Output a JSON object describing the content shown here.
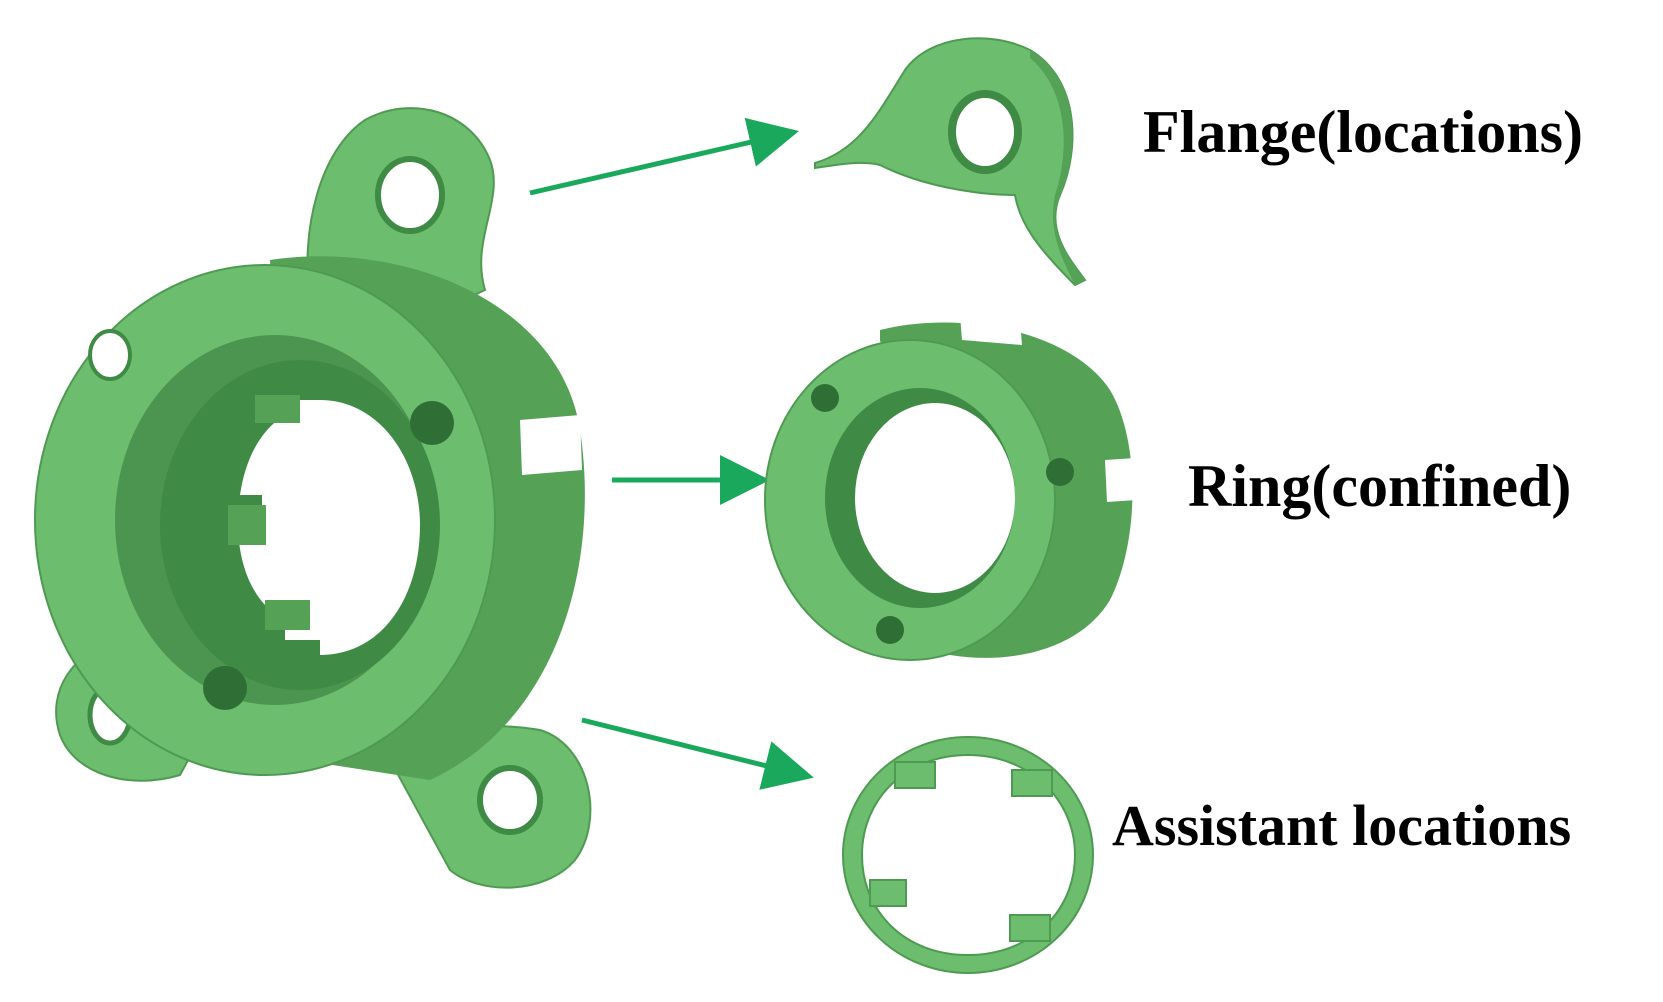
{
  "labels": {
    "flange": "Flange(locations)",
    "ring": "Ring(confined)",
    "assistant": "Assistant locations"
  },
  "colors": {
    "part_face": "#6cbd6e",
    "part_side": "#55a257",
    "part_shadow": "#3f8a45",
    "arrow": "#19a85c",
    "background": "#ffffff",
    "text": "#000000"
  }
}
